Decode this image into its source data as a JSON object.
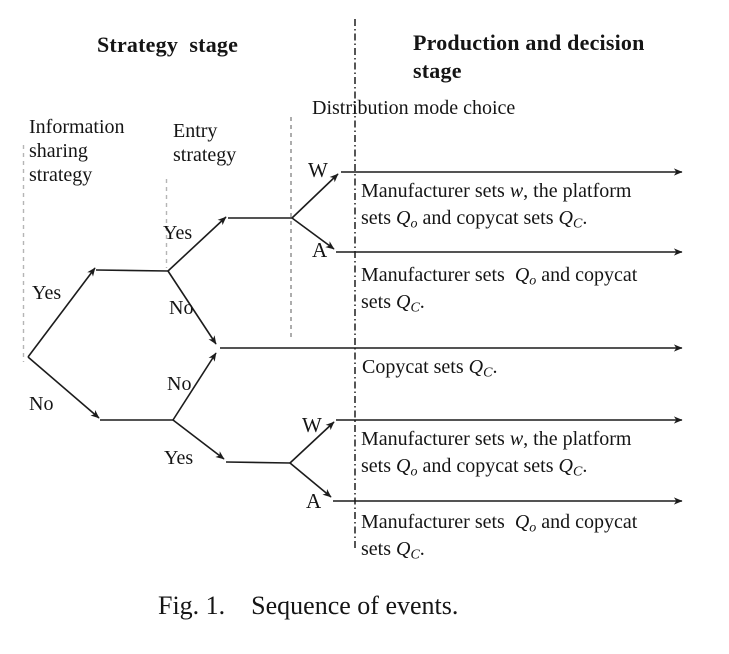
{
  "figure": {
    "headers": {
      "strategy_stage": "Strategy  stage",
      "production_stage": "Production and decision\nstage"
    },
    "stage_labels": {
      "information_sharing": "Information\nsharing\nstrategy",
      "entry": "Entry\nstrategy",
      "distribution": "Distribution mode choice"
    },
    "branch_labels": {
      "info_yes": "Yes",
      "info_no": "No",
      "entry_yes_top": "Yes",
      "entry_no_top": "No",
      "entry_no_bottom": "No",
      "entry_yes_bottom": "Yes",
      "mode_w_top": "W",
      "mode_a_top": "A",
      "mode_w_bottom": "W",
      "mode_a_bottom": "A"
    },
    "events": [
      {
        "id": "top-wholesale",
        "lines": [
          [
            {
              "t": "Manufacturer sets "
            },
            {
              "t": "w",
              "i": true
            },
            {
              "t": ", the platform"
            }
          ],
          [
            {
              "t": "sets "
            },
            {
              "t": "Q",
              "i": true
            },
            {
              "t": "o",
              "i": true,
              "sub": true
            },
            {
              "t": " and copycat sets "
            },
            {
              "t": "Q",
              "i": true
            },
            {
              "t": "C",
              "i": true,
              "sub": true
            },
            {
              "t": "."
            }
          ]
        ]
      },
      {
        "id": "top-agency",
        "lines": [
          [
            {
              "t": "Manufacturer sets  "
            },
            {
              "t": "Q",
              "i": true
            },
            {
              "t": "o",
              "i": true,
              "sub": true
            },
            {
              "t": " and copycat"
            }
          ],
          [
            {
              "t": "sets "
            },
            {
              "t": "Q",
              "i": true
            },
            {
              "t": "C",
              "i": true,
              "sub": true
            },
            {
              "t": "."
            }
          ]
        ]
      },
      {
        "id": "no-entry",
        "lines": [
          [
            {
              "t": "Copycat sets "
            },
            {
              "t": "Q",
              "i": true
            },
            {
              "t": "C",
              "i": true,
              "sub": true
            },
            {
              "t": "."
            }
          ]
        ]
      },
      {
        "id": "bottom-wholesale",
        "lines": [
          [
            {
              "t": "Manufacturer sets "
            },
            {
              "t": "w",
              "i": true
            },
            {
              "t": ", the platform"
            }
          ],
          [
            {
              "t": "sets "
            },
            {
              "t": "Q",
              "i": true
            },
            {
              "t": "o",
              "i": true,
              "sub": true
            },
            {
              "t": " and copycat sets "
            },
            {
              "t": "Q",
              "i": true
            },
            {
              "t": "C",
              "i": true,
              "sub": true
            },
            {
              "t": "."
            }
          ]
        ]
      },
      {
        "id": "bottom-agency",
        "lines": [
          [
            {
              "t": "Manufacturer sets  "
            },
            {
              "t": "Q",
              "i": true
            },
            {
              "t": "o",
              "i": true,
              "sub": true
            },
            {
              "t": " and copycat"
            }
          ],
          [
            {
              "t": "sets "
            },
            {
              "t": "Q",
              "i": true
            },
            {
              "t": "C",
              "i": true,
              "sub": true
            },
            {
              "t": "."
            }
          ]
        ]
      }
    ],
    "caption": "Fig. 1.    Sequence of events.",
    "colors": {
      "line": "#1c1c1c",
      "stage_divider": "#383838",
      "guide_light": "#b5b5b5",
      "guide_mid": "#8a8a8a",
      "background": "#ffffff"
    }
  }
}
